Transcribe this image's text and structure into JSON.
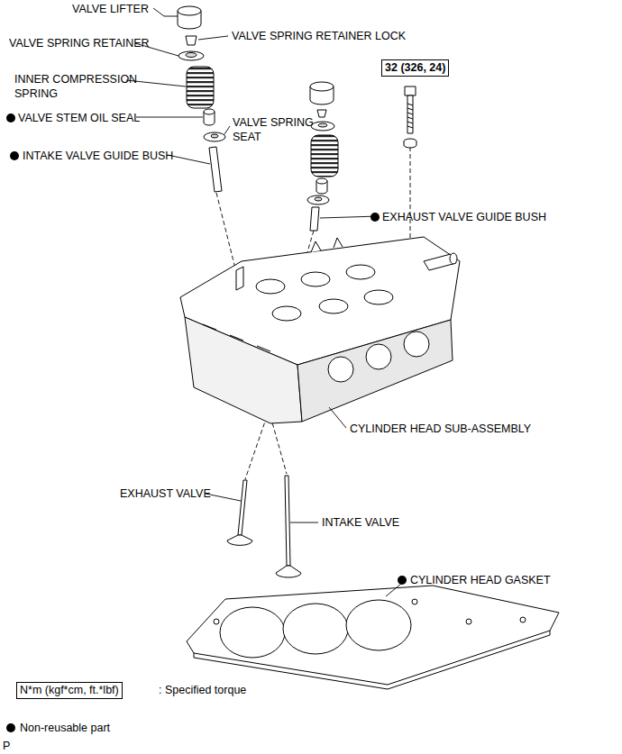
{
  "diagram": {
    "nodes": [
      {
        "text": [
          "32 (326, 24)"
        ]
      },
      {
        "text": [
          "N*m (kgf*cm, ft.*lbf)"
        ]
      }
    ],
    "labels": [
      "VALVE LIFTER",
      "VALVE SPRING RETAINER LOCK",
      "VALVE SPRING RETAINER",
      "INNER COMPRESSION SPRING",
      "VALVE STEM OIL SEAL",
      "VALVE SPRING SEAT",
      "INTAKE VALVE GUIDE BUSH",
      "EXHAUST VALVE GUIDE BUSH",
      "CYLINDER HEAD SUB-ASSEMBLY",
      "EXHAUST VALVE",
      "INTAKE VALVE",
      "CYLINDER HEAD GASKET",
      "P"
    ],
    "legend": [
      {
        "text": ": Specified torque"
      },
      {
        "text": "Non-reusable part"
      }
    ]
  }
}
